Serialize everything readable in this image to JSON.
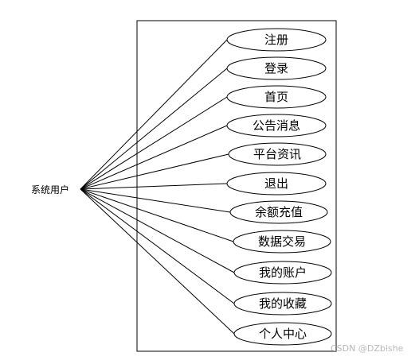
{
  "actor": {
    "label": "系统用户"
  },
  "use_cases": [
    {
      "id": "register",
      "label": "注册"
    },
    {
      "id": "login",
      "label": "登录"
    },
    {
      "id": "home",
      "label": "首页"
    },
    {
      "id": "announcements",
      "label": "公告消息"
    },
    {
      "id": "platform-news",
      "label": "平台资讯"
    },
    {
      "id": "logout",
      "label": "退出"
    },
    {
      "id": "balance-recharge",
      "label": "余额充值"
    },
    {
      "id": "data-trading",
      "label": "数据交易"
    },
    {
      "id": "my-account",
      "label": "我的账户"
    },
    {
      "id": "my-favorites",
      "label": "我的收藏"
    },
    {
      "id": "personal-center",
      "label": "个人中心"
    }
  ],
  "watermark": "CSDN @DZbishe"
}
